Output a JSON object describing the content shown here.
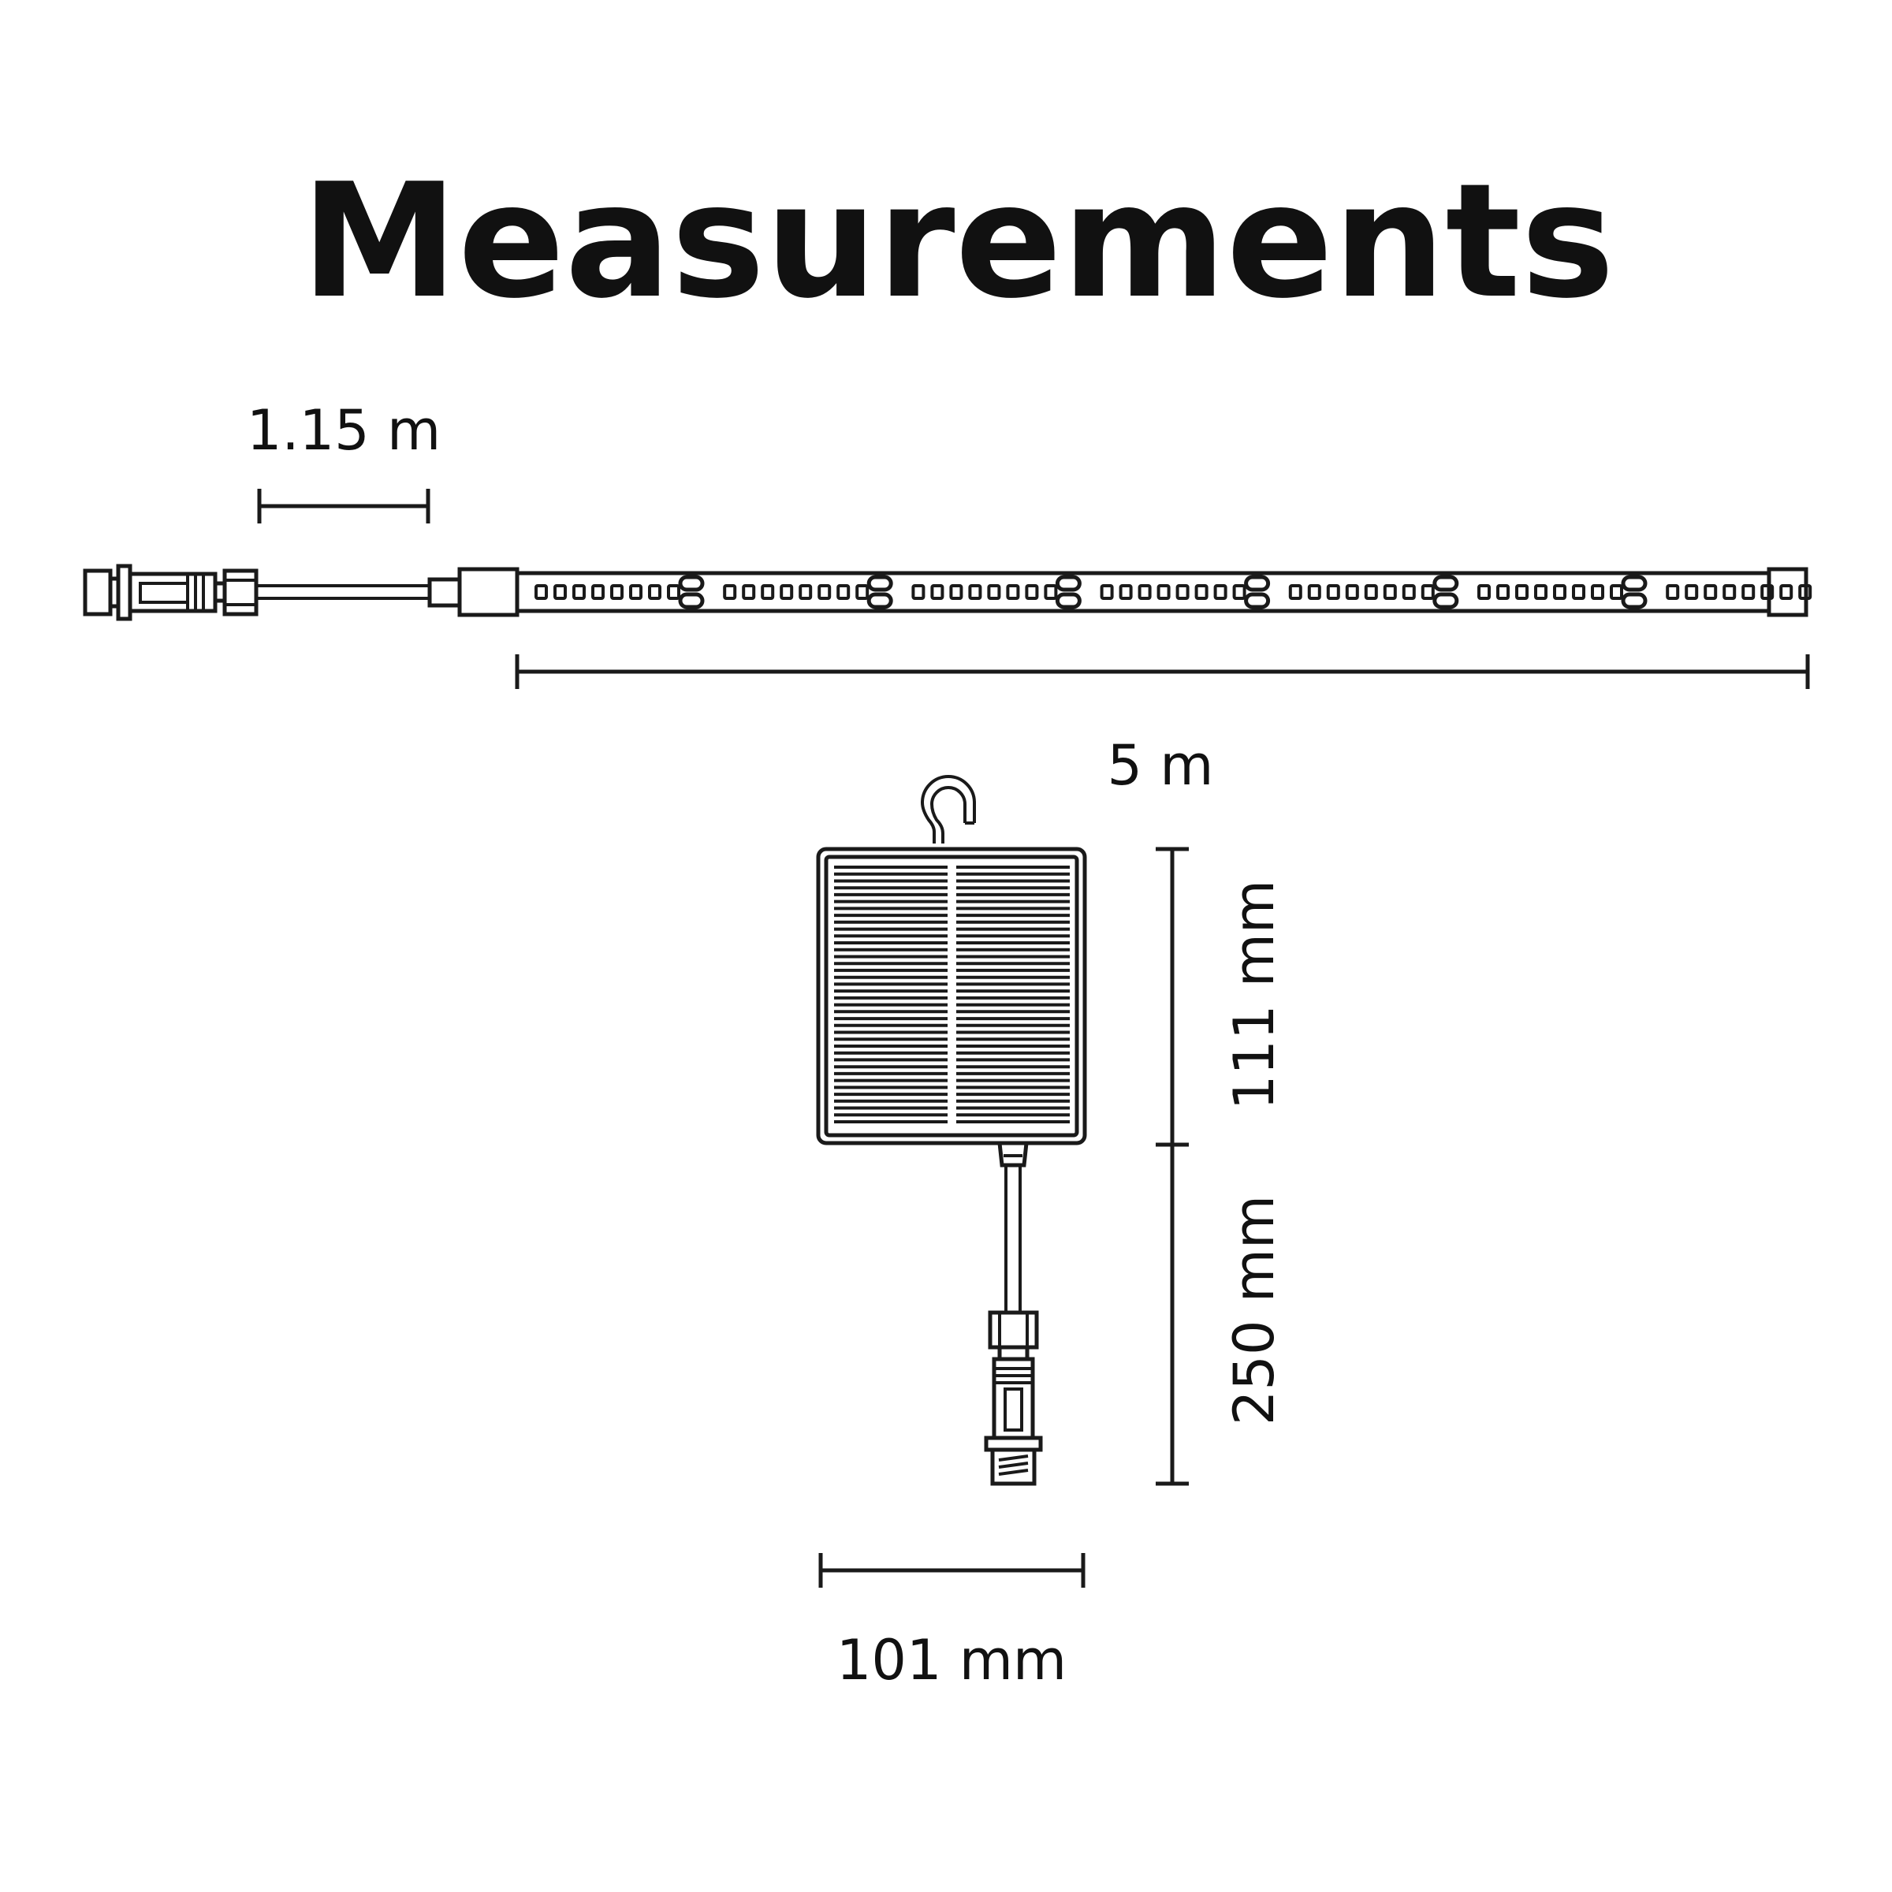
{
  "title": "Measurements",
  "dimensions": {
    "cable": "1.15 m",
    "strip": "5 m",
    "panel_height": "111 mm",
    "cable_to_connector": "250 mm",
    "panel_width": "101 mm"
  }
}
